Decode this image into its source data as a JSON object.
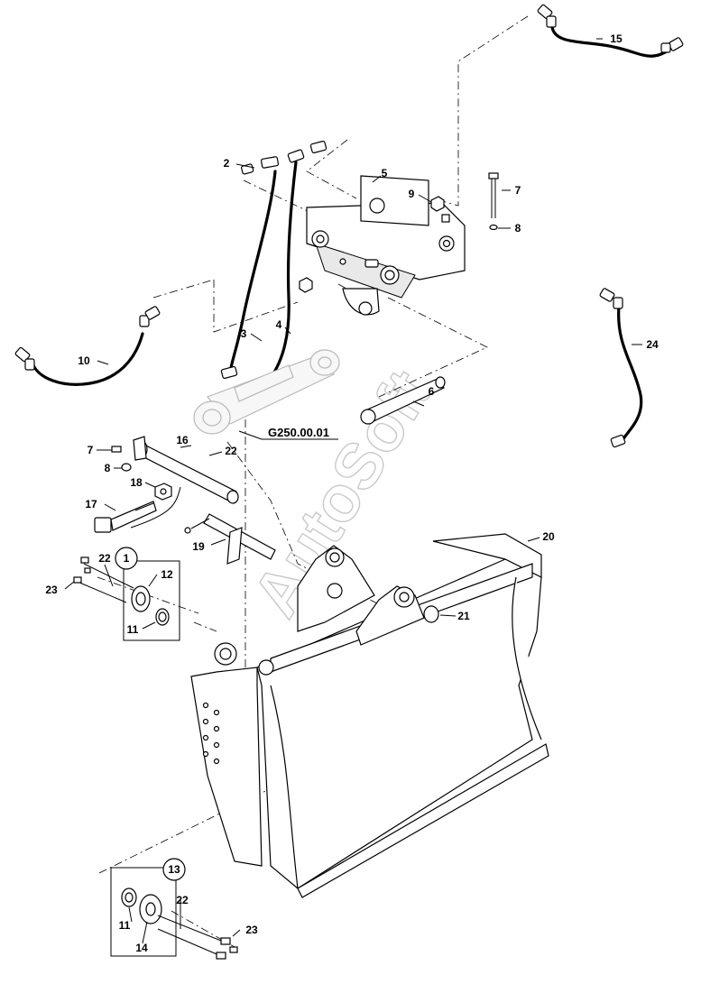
{
  "drawing": {
    "reference_label": "G250.00.01",
    "watermark": "AutoSoft",
    "colors": {
      "line": "#000000",
      "background": "#ffffff",
      "watermark": "#c9c9c9"
    }
  },
  "callouts": {
    "c1": "1",
    "c2": "2",
    "c3": "3",
    "c4": "4",
    "c5": "5",
    "c6": "6",
    "c7a": "7",
    "c7b": "7",
    "c8a": "8",
    "c8b": "8",
    "c9": "9",
    "c10": "10",
    "c11a": "11",
    "c11b": "11",
    "c12": "12",
    "c13": "13",
    "c14": "14",
    "c15": "15",
    "c16": "16",
    "c17": "17",
    "c18": "18",
    "c19": "19",
    "c20": "20",
    "c21": "21",
    "c22a": "22",
    "c22b": "22",
    "c22c": "22",
    "c23a": "23",
    "c23b": "23",
    "c24": "24"
  }
}
